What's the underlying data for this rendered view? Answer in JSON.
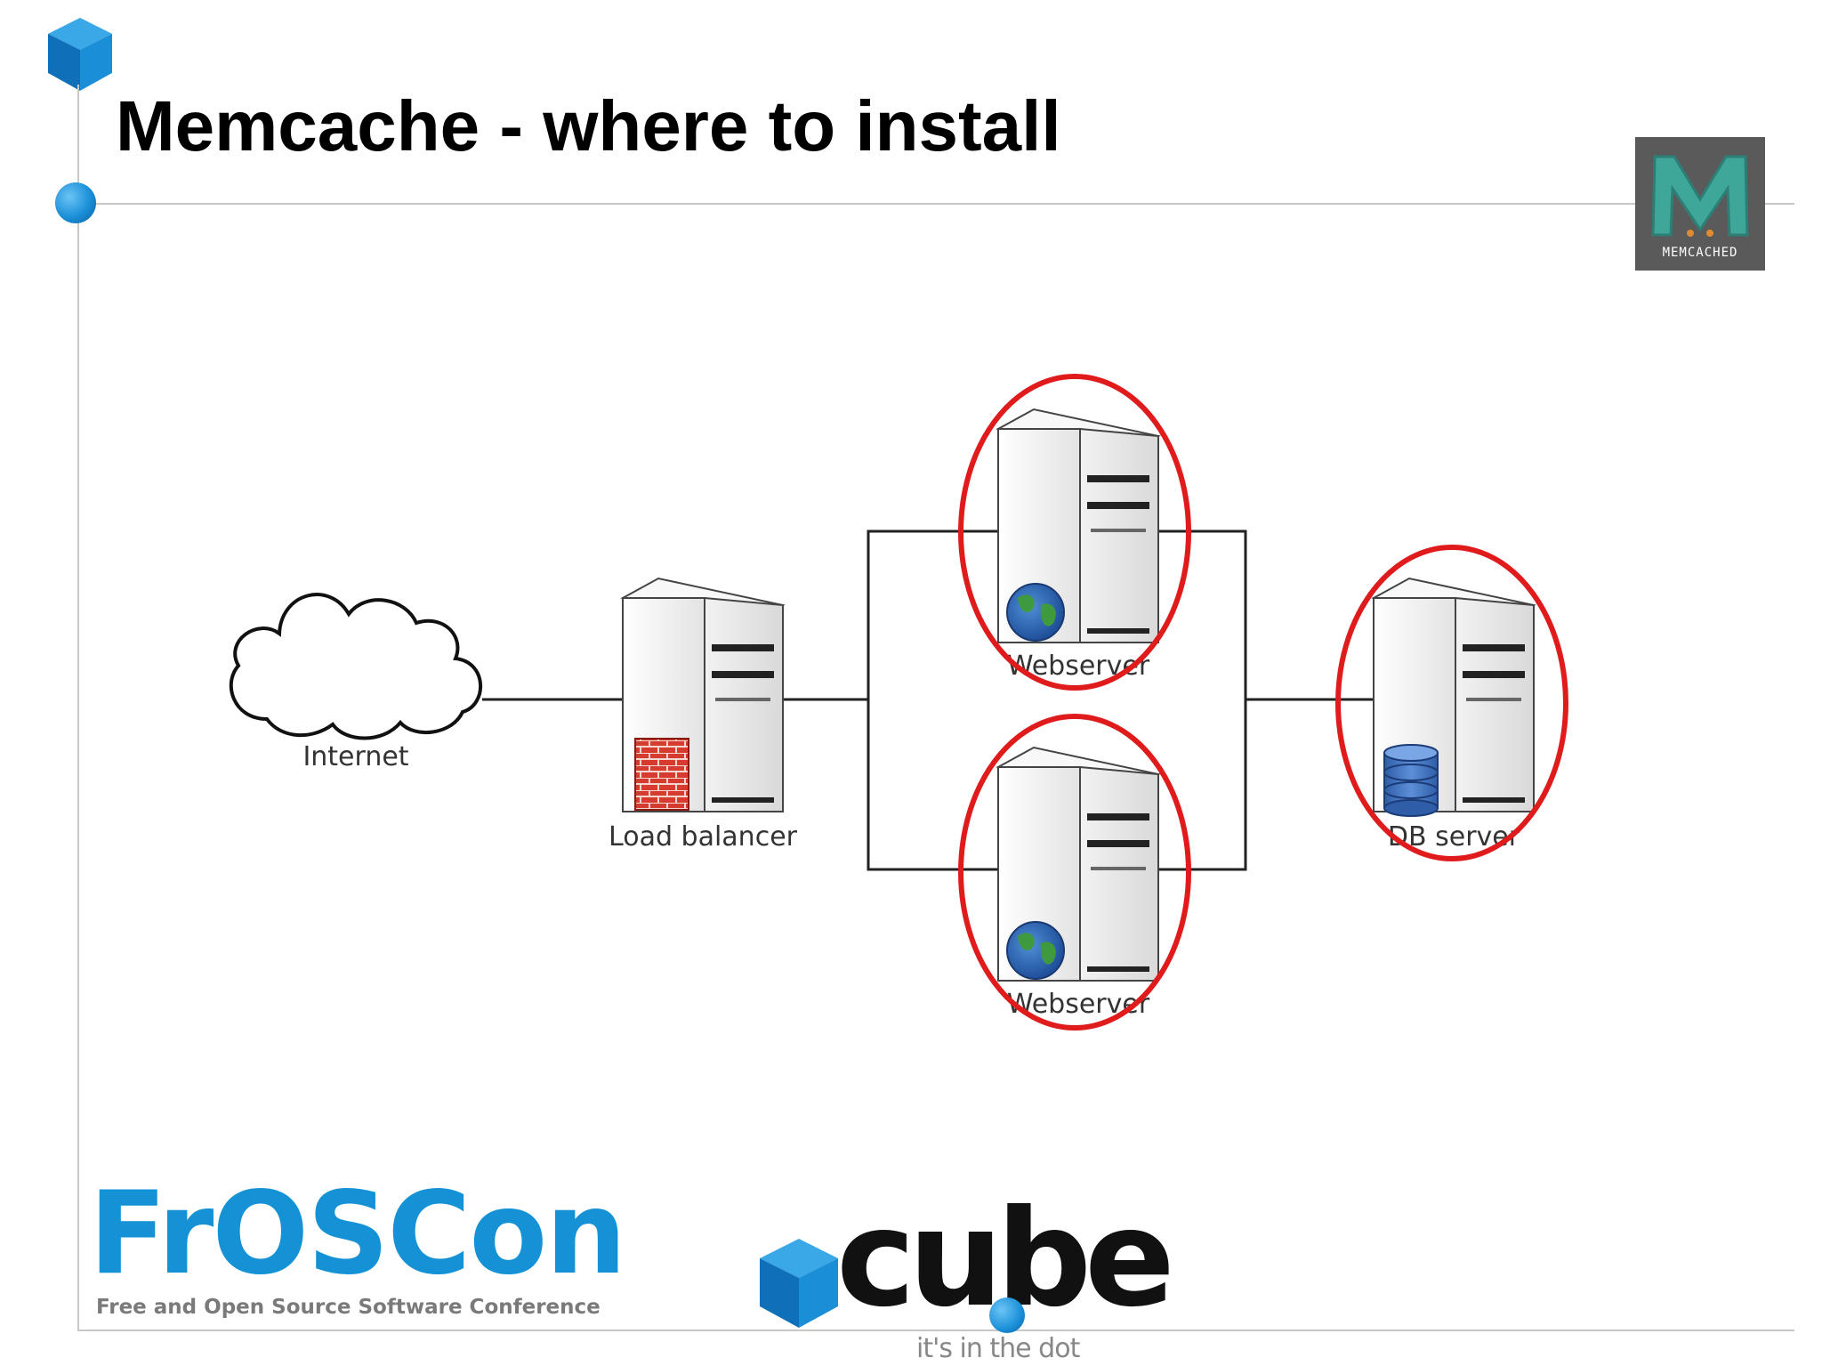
{
  "slide": {
    "title": "Memcache - where to install"
  },
  "diagram": {
    "nodes": [
      {
        "id": "internet",
        "label": "Internet",
        "kind": "cloud"
      },
      {
        "id": "load-balancer",
        "label": "Load balancer",
        "kind": "server-firewall"
      },
      {
        "id": "webserver-1",
        "label": "Webserver",
        "kind": "server-globe",
        "highlighted": true
      },
      {
        "id": "webserver-2",
        "label": "Webserver",
        "kind": "server-globe",
        "highlighted": true
      },
      {
        "id": "db-server",
        "label": "DB server",
        "kind": "server-database",
        "highlighted": true
      }
    ],
    "edges": [
      {
        "from": "internet",
        "to": "load-balancer"
      },
      {
        "from": "load-balancer",
        "to": "webserver-1"
      },
      {
        "from": "load-balancer",
        "to": "webserver-2"
      },
      {
        "from": "webserver-1",
        "to": "db-server"
      },
      {
        "from": "webserver-2",
        "to": "db-server"
      }
    ],
    "highlight_color": "#e01b1b"
  },
  "logos": {
    "memcached": {
      "wordmark": "MEMCACHED",
      "letter": "M"
    },
    "froscon": {
      "wordmark": "FrOSCon",
      "tagline": "Free and Open Source Software Conference"
    },
    "cube": {
      "wordmark": "cube",
      "tagline": "it's in the dot"
    }
  },
  "colors": {
    "accent_blue": "#1a8fd8",
    "froscon_blue": "#1592d6",
    "rule_gray": "#c8c8c8"
  }
}
